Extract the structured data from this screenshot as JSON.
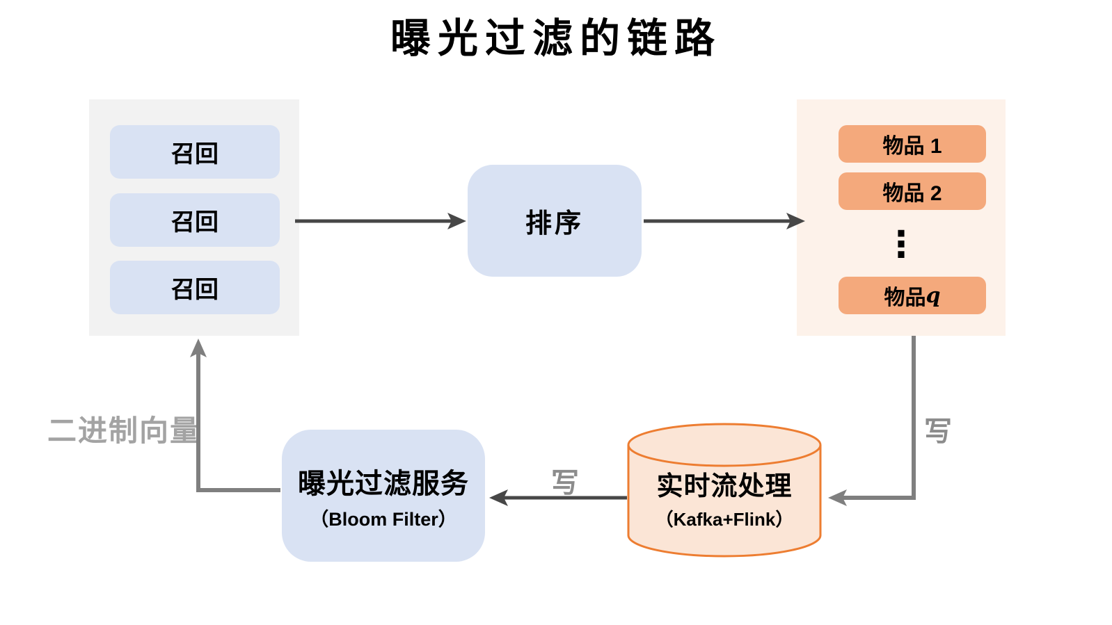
{
  "title": "曝光过滤的链路",
  "recall_panel": {
    "items": [
      "召回",
      "召回",
      "召回"
    ]
  },
  "rank_box": {
    "label": "排序"
  },
  "items_panel": {
    "items": [
      "物品 1",
      "物品 2"
    ],
    "ellipsis": "⋮",
    "last_item_prefix": "物品 ",
    "last_item_var": "q"
  },
  "filter_service": {
    "name": "曝光过滤服务",
    "tech": "（Bloom Filter）"
  },
  "stream_processing": {
    "name": "实时流处理",
    "tech": "（Kafka+Flink）"
  },
  "edge_labels": {
    "binary_vector": "二进制向量",
    "write_to_filter": "写",
    "write_to_stream": "写"
  },
  "colors": {
    "blue_box": "#d9e2f3",
    "gray_panel": "#f2f2f2",
    "orange_panel": "#fdf2ea",
    "orange_box": "#f4a97c",
    "cylinder_fill": "#fbe5d6",
    "cylinder_stroke": "#ed7d31",
    "dark_arrow": "#474747",
    "gray_arrow": "#7f7f7f"
  }
}
